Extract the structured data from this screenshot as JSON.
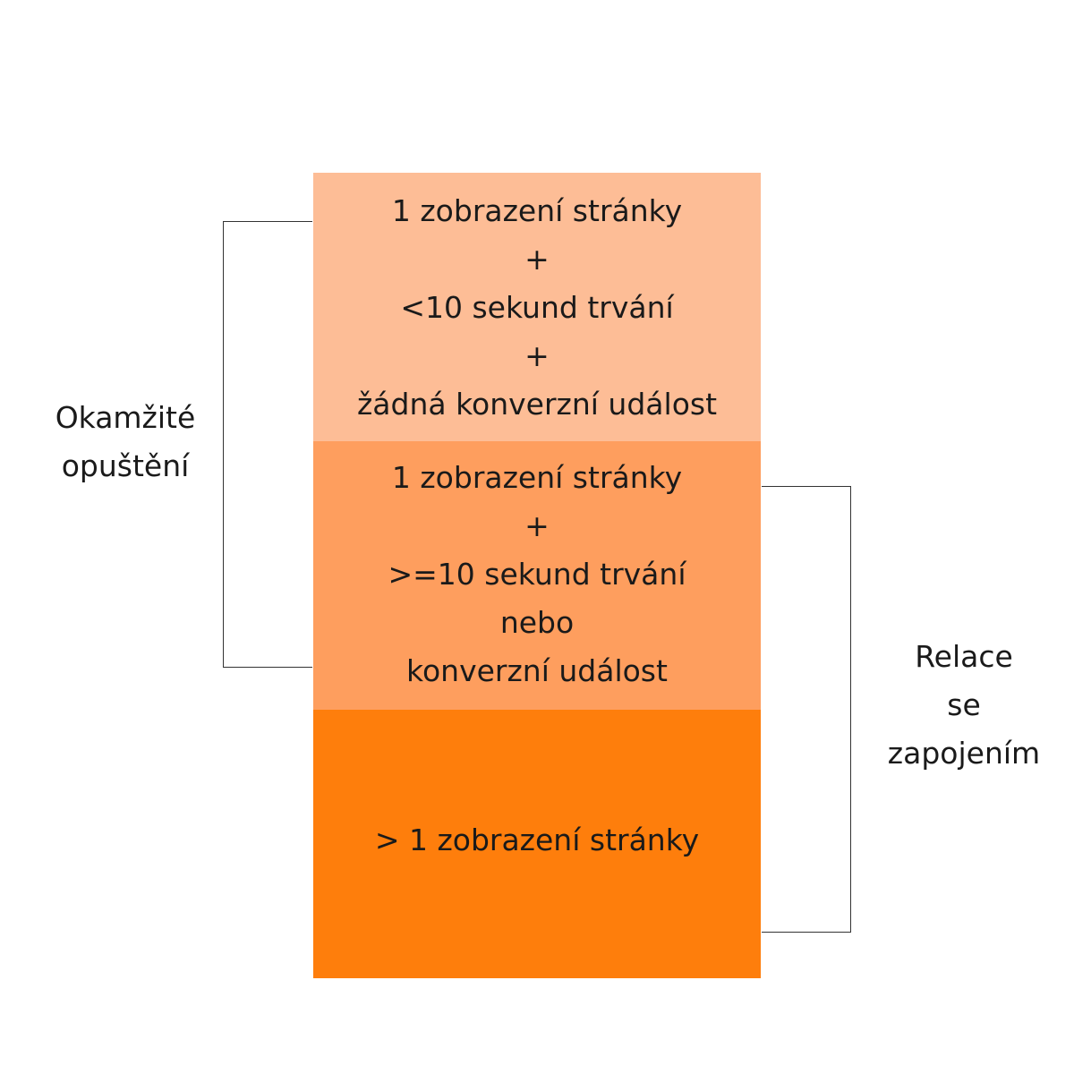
{
  "blocks": [
    {
      "lines": [
        "1 zobrazení stránky",
        "+",
        "<10 sekund trvání",
        "+",
        "žádná konverzní událost"
      ],
      "color": "#fdbd96"
    },
    {
      "lines": [
        "1 zobrazení stránky",
        "+",
        ">=10 sekund trvání",
        "nebo",
        "konverzní událost"
      ],
      "color": "#fe9e5e"
    },
    {
      "lines": [
        "> 1 zobrazení stránky"
      ],
      "color": "#fe7e0c"
    }
  ],
  "brackets": {
    "left": {
      "label_lines": [
        "Okamžité",
        "opuštění"
      ]
    },
    "right": {
      "label_lines": [
        "Relace",
        "se",
        "zapojením"
      ]
    }
  }
}
